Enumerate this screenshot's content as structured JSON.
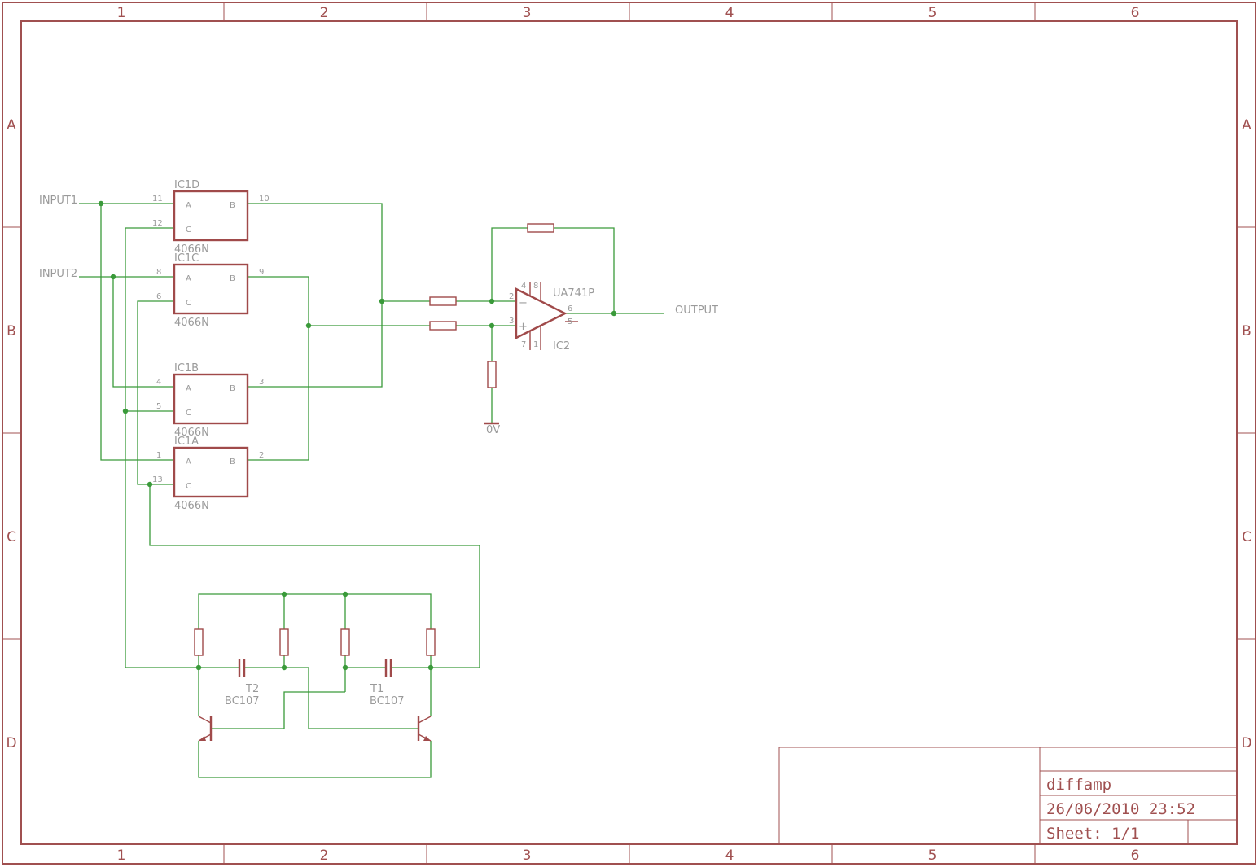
{
  "frame": {
    "columns": [
      "1",
      "2",
      "3",
      "4",
      "5",
      "6"
    ],
    "rows": [
      "A",
      "B",
      "C",
      "D"
    ]
  },
  "inputs": {
    "input1": "INPUT1",
    "input2": "INPUT2"
  },
  "output": "OUTPUT",
  "ground": "0V",
  "switches": [
    {
      "name": "IC1D",
      "part": "4066N",
      "pin_a": "11",
      "pin_b": "10",
      "pin_c": "12"
    },
    {
      "name": "IC1C",
      "part": "4066N",
      "pin_a": "8",
      "pin_b": "9",
      "pin_c": "6"
    },
    {
      "name": "IC1B",
      "part": "4066N",
      "pin_a": "4",
      "pin_b": "3",
      "pin_c": "5"
    },
    {
      "name": "IC1A",
      "part": "4066N",
      "pin_a": "1",
      "pin_b": "2",
      "pin_c": "13"
    }
  ],
  "switch_letters": {
    "a": "A",
    "b": "B",
    "c": "C"
  },
  "opamp": {
    "name": "IC2",
    "part": "UA741P",
    "pins": {
      "inv": "2",
      "noninv": "3",
      "out": "6",
      "top": "4",
      "top2": "8",
      "nc": "5",
      "bottom": "7",
      "bottom2": "1"
    },
    "minus": "−",
    "plus": "+"
  },
  "transistors": [
    {
      "name": "T2",
      "part": "BC107"
    },
    {
      "name": "T1",
      "part": "BC107"
    }
  ],
  "title_block": {
    "name": "diffamp",
    "date": "26/06/2010 23:52",
    "sheet": "Sheet: 1/1"
  }
}
